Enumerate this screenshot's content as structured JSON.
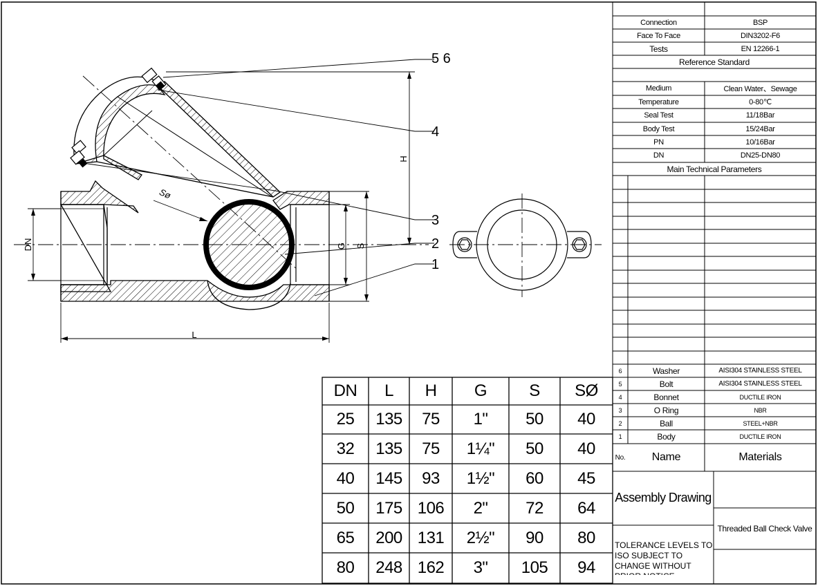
{
  "callouts": {
    "c56": "5 6",
    "c4": "4",
    "c3": "3",
    "c2": "2",
    "c1": "1",
    "h": "H",
    "dn": "DN",
    "g": "G",
    "s": "S",
    "l": "L",
    "so": "Sø"
  },
  "reference_standard": {
    "title": "Reference Standard",
    "rows": [
      {
        "label": "Connection",
        "value": "BSP"
      },
      {
        "label": "Face To Face",
        "value": "DIN3202-F6"
      },
      {
        "label": "Tests",
        "value": "EN 12266-1"
      }
    ]
  },
  "technical_parameters": {
    "title": "Main Technical Parameters",
    "rows": [
      {
        "label": "Medium",
        "value": "Clean Water、Sewage"
      },
      {
        "label": "Temperature",
        "value": "0-80℃"
      },
      {
        "label": "Seal Test",
        "value": "11/18Bar"
      },
      {
        "label": "Body Test",
        "value": "15/24Bar"
      },
      {
        "label": "PN",
        "value": "10/16Bar"
      },
      {
        "label": "DN",
        "value": "DN25-DN80"
      }
    ]
  },
  "parts": {
    "header": {
      "no": "No.",
      "name": "Name",
      "material": "Materials"
    },
    "rows": [
      {
        "no": "6",
        "name": "Washer",
        "material": "AISI304 STAINLESS STEEL"
      },
      {
        "no": "5",
        "name": "Bolt",
        "material": "AISI304 STAINLESS STEEL"
      },
      {
        "no": "4",
        "name": "Bonnet",
        "material": "DUCTILE IRON"
      },
      {
        "no": "3",
        "name": "O Ring",
        "material": "NBR"
      },
      {
        "no": "2",
        "name": "Ball",
        "material": "STEEL+NBR"
      },
      {
        "no": "1",
        "name": "Body",
        "material": "DUCTILE IRON"
      }
    ]
  },
  "title_block": {
    "drawing_type": "Assembly Drawing",
    "product_name": "Threaded Ball Check Valve",
    "tolerance_note": "TOLERANCE LEVELS TO ISO SUBJECT TO CHANGE WITHOUT PRIOR NOTICE"
  },
  "dimensions": {
    "headers": [
      "DN",
      "L",
      "H",
      "G",
      "S",
      "SØ"
    ],
    "rows": [
      {
        "dn": "25",
        "l": "135",
        "h": "75",
        "g": "1\"",
        "s": "50",
        "so": "40"
      },
      {
        "dn": "32",
        "l": "135",
        "h": "75",
        "g": "1¼\"",
        "s": "50",
        "so": "40"
      },
      {
        "dn": "40",
        "l": "145",
        "h": "93",
        "g": "1½\"",
        "s": "60",
        "so": "45"
      },
      {
        "dn": "50",
        "l": "175",
        "h": "106",
        "g": "2\"",
        "s": "72",
        "so": "64"
      },
      {
        "dn": "65",
        "l": "200",
        "h": "131",
        "g": "2½\"",
        "s": "90",
        "so": "80"
      },
      {
        "dn": "80",
        "l": "248",
        "h": "162",
        "g": "3\"",
        "s": "105",
        "so": "94"
      }
    ]
  }
}
